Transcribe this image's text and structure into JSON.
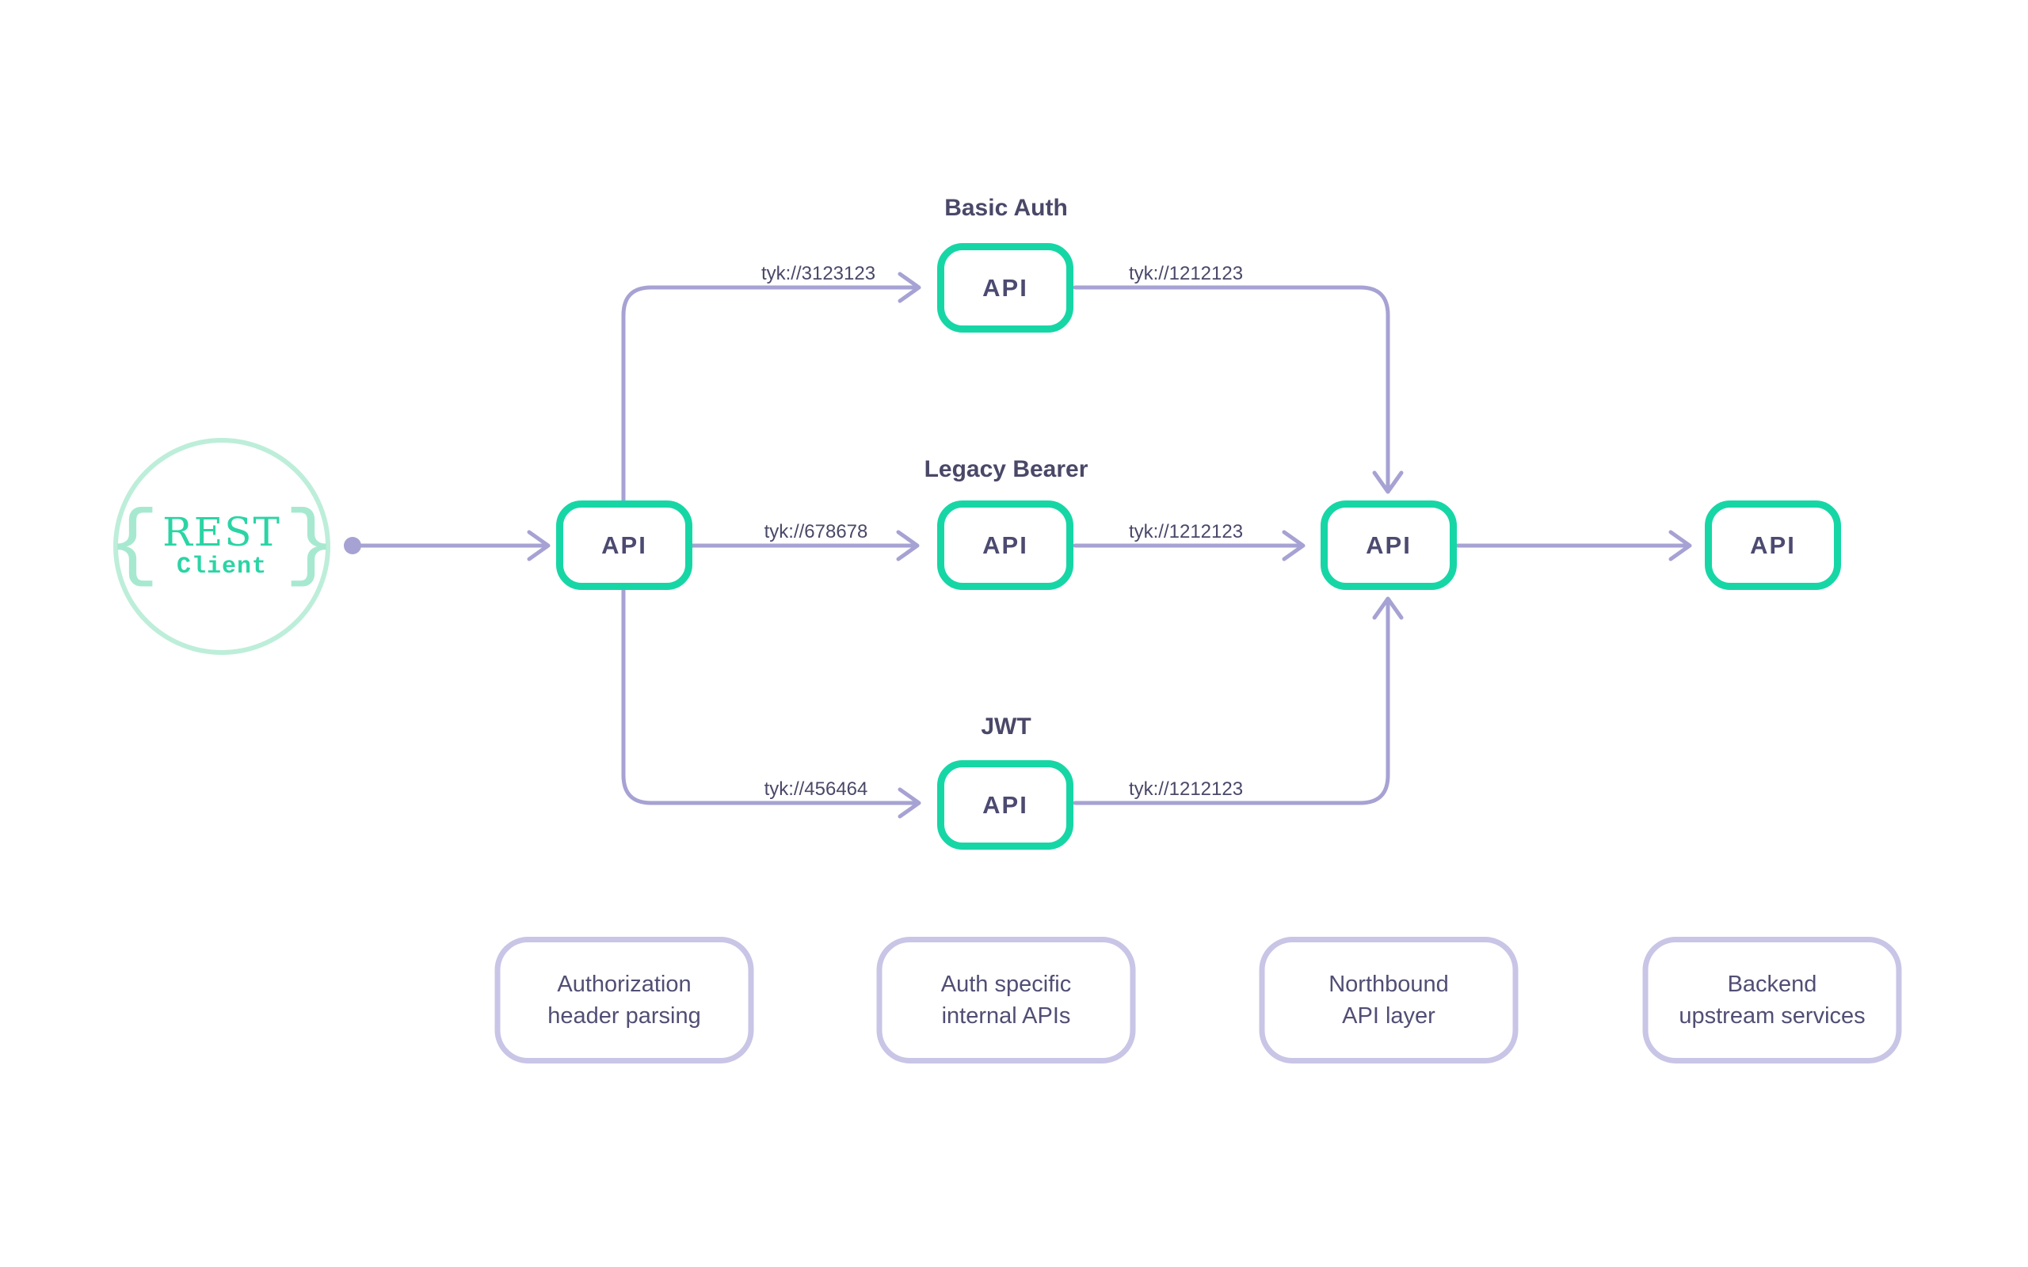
{
  "diagram": {
    "client": {
      "brace_left": "{",
      "brace_right": "}",
      "line1": "REST",
      "line2": "Client"
    },
    "nodes": {
      "gateway": {
        "label": "API"
      },
      "basic": {
        "title": "Basic Auth",
        "label": "API"
      },
      "legacy": {
        "title": "Legacy Bearer",
        "label": "API"
      },
      "jwt": {
        "title": "JWT",
        "label": "API"
      },
      "northbound": {
        "label": "API"
      },
      "backend": {
        "label": "API"
      }
    },
    "edges": {
      "gateway_to_basic": {
        "label": "tyk://3123123"
      },
      "gateway_to_legacy": {
        "label": "tyk://678678"
      },
      "gateway_to_jwt": {
        "label": "tyk://456464"
      },
      "basic_to_northbound": {
        "label": "tyk://1212123"
      },
      "legacy_to_northbound": {
        "label": "tyk://1212123"
      },
      "jwt_to_northbound": {
        "label": "tyk://1212123"
      }
    },
    "legend": [
      {
        "line1": "Authorization",
        "line2": "header parsing"
      },
      {
        "line1": "Auth specific",
        "line2": "internal APIs"
      },
      {
        "line1": "Northbound",
        "line2": "API layer"
      },
      {
        "line1": "Backend",
        "line2": "upstream services"
      }
    ],
    "colors": {
      "node_border_green": "#17d6a6",
      "client_circle_mint": "#bdeeda",
      "client_text_teal": "#2bd4a5",
      "arrow_purple": "#a6a2d3",
      "text_dark_slate": "#4a4868",
      "legend_border_lavender": "#c8c5e6"
    }
  }
}
